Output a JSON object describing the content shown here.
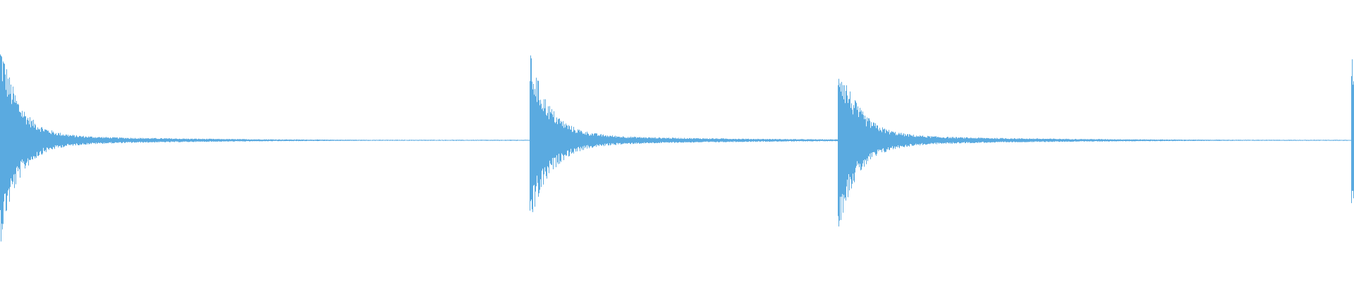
{
  "waveform": {
    "color": "#5aaae0",
    "background": "#ffffff",
    "onsets": [
      {
        "time_fraction": 0.0005,
        "peak_up": 0.75,
        "peak_down": 0.75,
        "decay": 0.11
      },
      {
        "time_fraction": 0.3915,
        "peak_up": 0.64,
        "peak_down": 0.64,
        "decay": 0.12
      },
      {
        "time_fraction": 0.6195,
        "peak_up": 0.62,
        "peak_down": 0.64,
        "decay": 0.12
      },
      {
        "time_fraction": 0.9985,
        "peak_up": 0.62,
        "peak_down": 0.62,
        "decay": 0.05
      }
    ],
    "noise_floor": 0.004
  }
}
